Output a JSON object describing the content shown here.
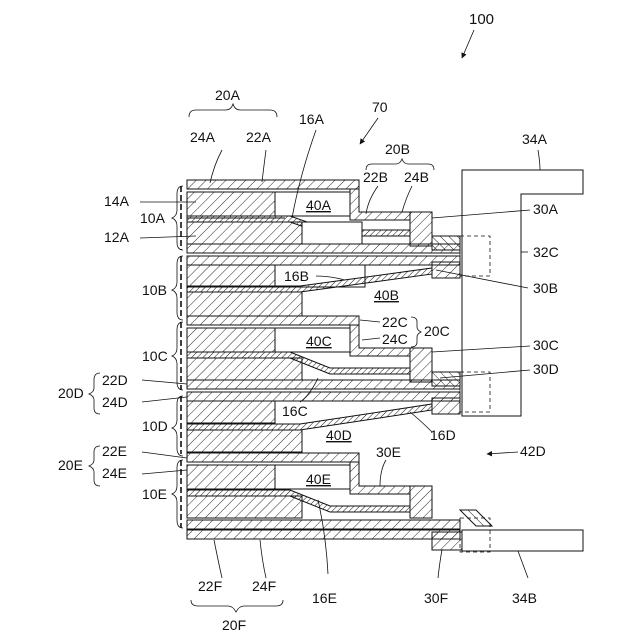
{
  "figure": {
    "labels": {
      "l100": "100",
      "l70": "70",
      "l20A": "20A",
      "l24A": "24A",
      "l22A": "22A",
      "l16A": "16A",
      "l20B": "20B",
      "l22B": "22B",
      "l24B": "24B",
      "l34A": "34A",
      "l14A": "14A",
      "l10A": "10A",
      "l12A": "12A",
      "l40A": "40A",
      "l30A": "30A",
      "l32C": "32C",
      "l16B": "16B",
      "l10B": "10B",
      "l40B": "40B",
      "l30B": "30B",
      "l22C": "22C",
      "l20C": "20C",
      "l24C": "24C",
      "l40C": "40C",
      "l10C": "10C",
      "l30C": "30C",
      "l30D": "30D",
      "l22D": "22D",
      "l20D": "20D",
      "l24D": "24D",
      "l16C": "16C",
      "l10D": "10D",
      "l40D": "40D",
      "l16D": "16D",
      "l42D": "42D",
      "l22E": "22E",
      "l20E": "20E",
      "l24E": "24E",
      "l30E": "30E",
      "l40E": "40E",
      "l10E": "10E",
      "l22F": "22F",
      "l24F": "24F",
      "l20F": "20F",
      "l16E": "16E",
      "l30F": "30F",
      "l34B": "34B"
    }
  }
}
